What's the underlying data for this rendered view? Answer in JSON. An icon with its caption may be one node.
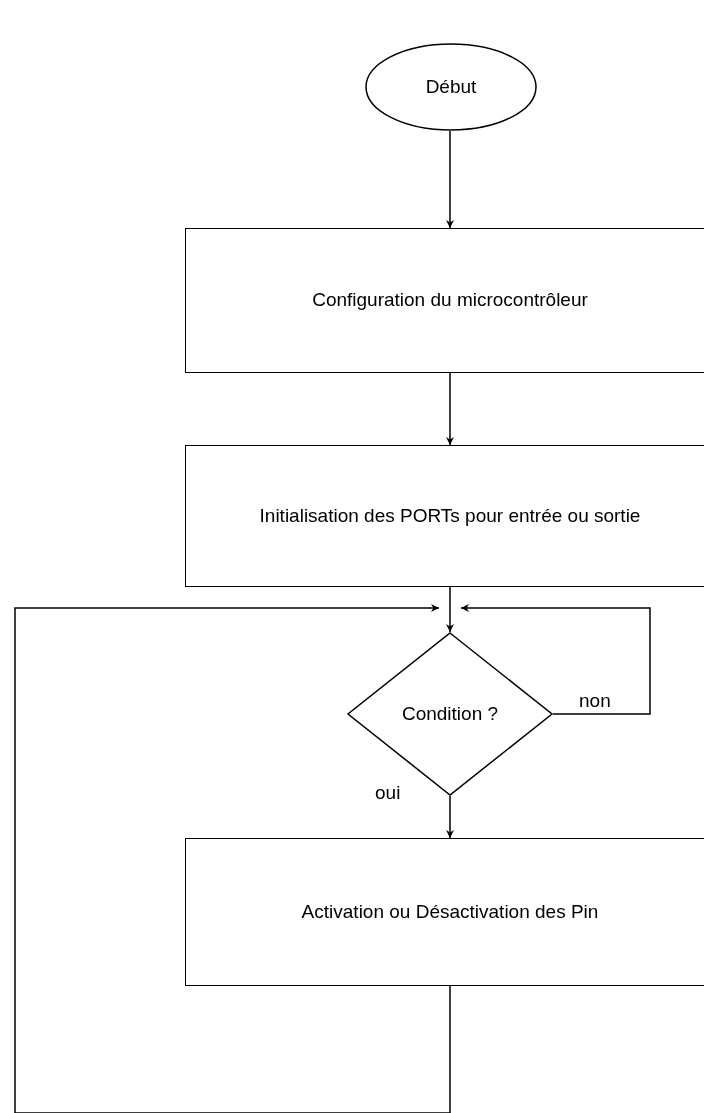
{
  "diagram": {
    "nodes": [
      {
        "text": [
          "Début"
        ]
      },
      {
        "text": [
          "Configuration du microcontrôleur"
        ]
      },
      {
        "text": [
          "Initialisation des PORTs pour entrée ou sortie"
        ]
      },
      {
        "text": [
          "Condition ?"
        ]
      },
      {
        "text": [
          "Activation ou Désactivation des Pin"
        ]
      }
    ],
    "edges": [
      {
        "from": 0,
        "to": 1,
        "arrow": "to"
      },
      {
        "from": 1,
        "to": 2,
        "arrow": "to"
      },
      {
        "from": 2,
        "to": 3,
        "arrow": "to"
      },
      {
        "from": 3,
        "to": 3,
        "arrow": "to",
        "label": "non"
      },
      {
        "from": 3,
        "to": 4,
        "arrow": "to",
        "label": "oui"
      },
      {
        "from": 4,
        "to": 3,
        "arrow": "to"
      }
    ]
  }
}
